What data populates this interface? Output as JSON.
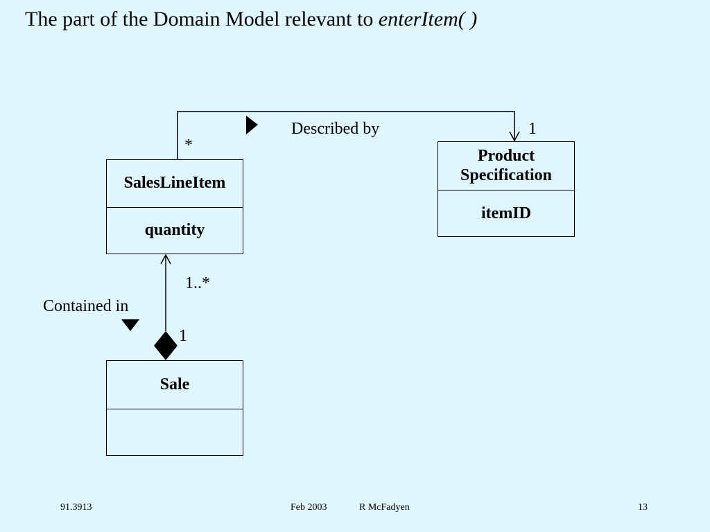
{
  "title": {
    "prefix": "The part of the Domain Model relevant to ",
    "emphasis": "enterItem( )"
  },
  "classes": {
    "sales_line_item": {
      "name": "SalesLineItem",
      "attributes": "quantity"
    },
    "product_specification": {
      "name_line1": "Product",
      "name_line2": "Specification",
      "attributes": "itemID"
    },
    "sale": {
      "name": "Sale",
      "attributes": ""
    }
  },
  "associations": {
    "described_by": {
      "label": "Described by",
      "source_multiplicity": "*",
      "target_multiplicity": "1",
      "reading_direction": "right"
    },
    "contained_in": {
      "label": "Contained in",
      "part_multiplicity": "1..*",
      "whole_multiplicity": "1",
      "reading_direction": "down",
      "kind": "composition"
    }
  },
  "footer": {
    "course": "91.3913",
    "date": "Feb 2003",
    "author": "R McFadyen",
    "page": "13"
  },
  "colors": {
    "background": "#dff6ff",
    "lines": "#000000"
  }
}
